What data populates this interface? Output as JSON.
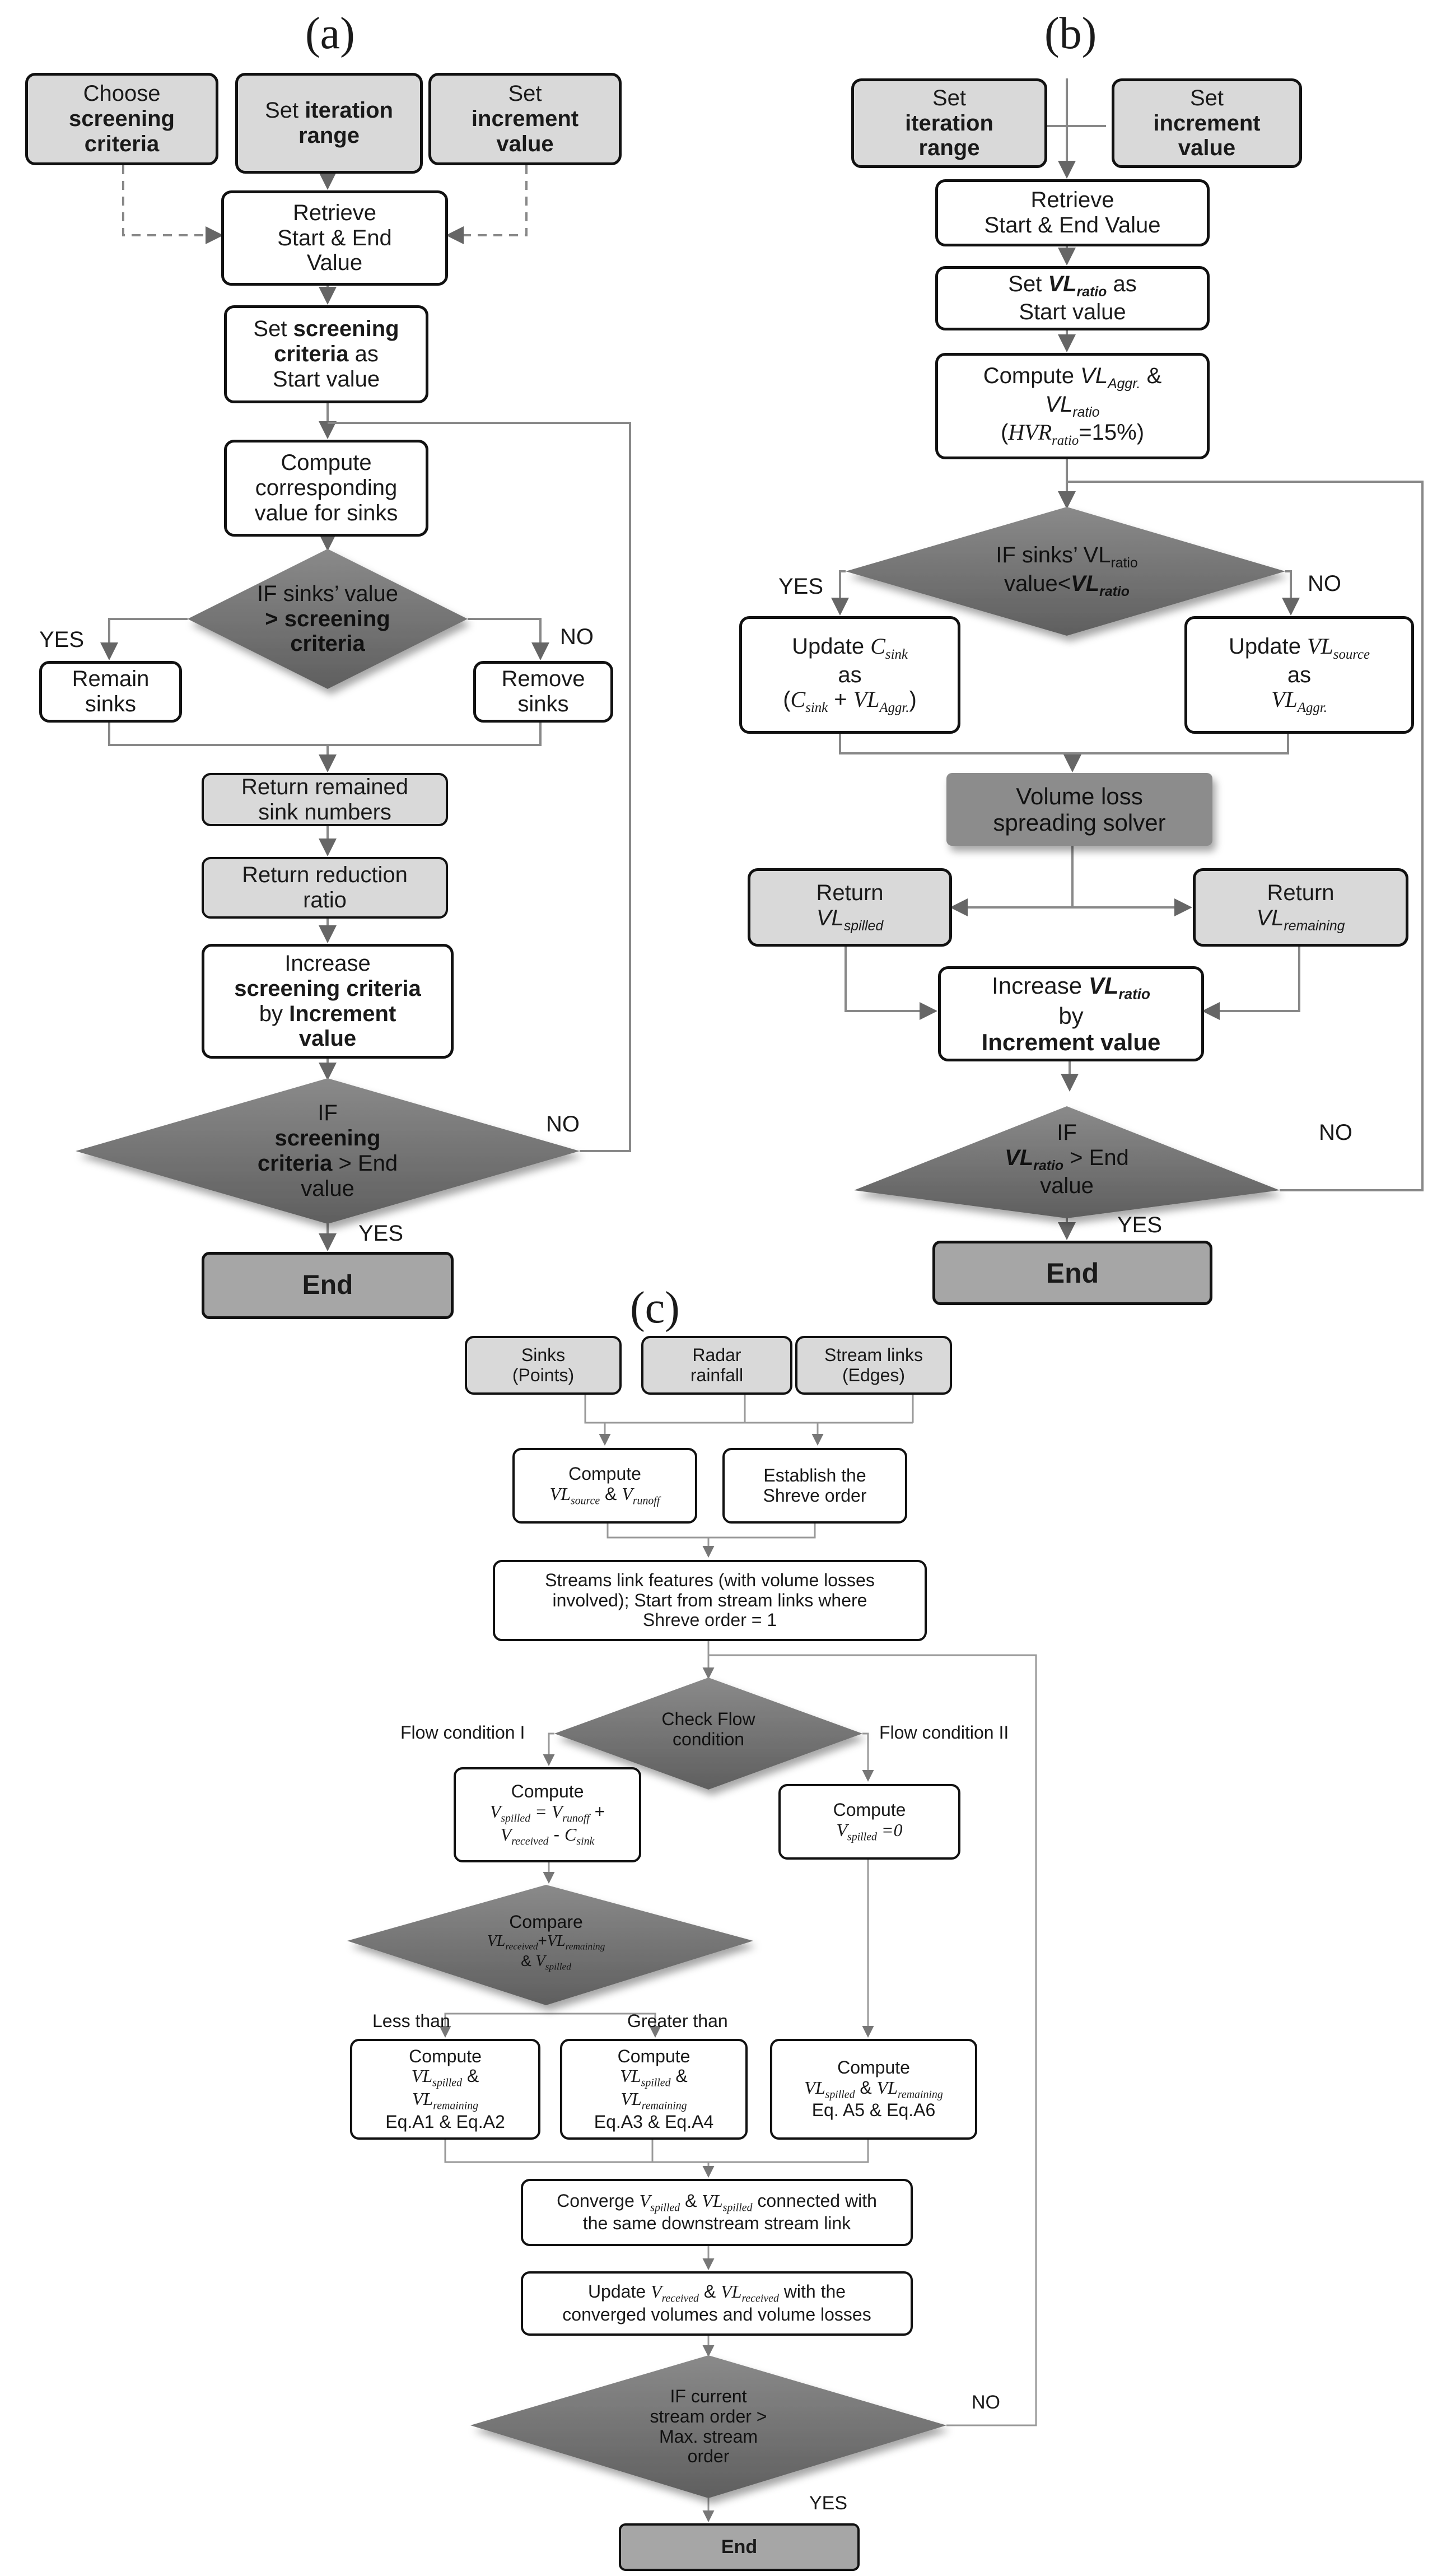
{
  "panels": {
    "a": "(a)",
    "b": "(b)",
    "c": "(c)"
  },
  "a": {
    "choose_l1": "Choose",
    "choose_l2": "screening",
    "choose_l3": "criteria",
    "iter_l1": "Set",
    "iter_l2": "iteration",
    "iter_l3": "range",
    "incr_l1": "Set",
    "incr_l2": "increment",
    "incr_l3": "value",
    "retrieve_l1": "Retrieve",
    "retrieve_l2": "Start & End",
    "retrieve_l3": "Value",
    "setcrit_l1": "Set",
    "setcrit_l2": "screening",
    "setcrit_l3": "criteria",
    "setcrit_l4": "as",
    "setcrit_l5": "Start value",
    "compute_l1": "Compute",
    "compute_l2": "corresponding",
    "compute_l3": "value for sinks",
    "dec1_l1": "IF sinks’ value",
    "dec1_l2": "> screening",
    "dec1_l3": "criteria",
    "yes1": "YES",
    "no1": "NO",
    "remain_l1": "Remain",
    "remain_l2": "sinks",
    "remove_l1": "Remove",
    "remove_l2": "sinks",
    "retnum_l1": "Return remained",
    "retnum_l2": "sink numbers",
    "retred_l1": "Return reduction",
    "retred_l2": "ratio",
    "inc_l1": "Increase",
    "inc_l2": "screening criteria",
    "inc_l3": "by",
    "inc_l4": "Increment",
    "inc_l5": "value",
    "dec2_l1": "IF",
    "dec2_l2": "screening",
    "dec2_l3": "criteria",
    "dec2_l4": "> End",
    "dec2_l5": "value",
    "no2": "NO",
    "yes2": "YES",
    "end": "End"
  },
  "b": {
    "iter_l1": "Set",
    "iter_l2": "iteration",
    "iter_l3": "range",
    "incr_l1": "Set",
    "incr_l2": "increment",
    "incr_l3": "value",
    "retrieve_l1": "Retrieve",
    "retrieve_l2": "Start & End Value",
    "setvl_l1": "Set",
    "setvl_vl": "VL",
    "setvl_ratio": "ratio",
    "setvl_as": " as",
    "setvl_l2": "Start value",
    "comp_l1": "Compute ",
    "comp_vl": "VL",
    "comp_aggr": "Aggr.",
    "comp_amp": " &",
    "comp_vl2": "VL",
    "comp_ratio": "ratio",
    "comp_hvr": "HVR",
    "comp_hvr_sub": "ratio",
    "comp_pct": "=15%)",
    "comp_open": "(",
    "dec1_l1": "IF sinks’ VL",
    "dec1_sub": "ratio",
    "dec1_l2": "value<",
    "dec1_vl": "VL",
    "dec1_ratio": "ratio",
    "yes1": "YES",
    "no1": "NO",
    "upd1_l1": "Update ",
    "upd1_c": "C",
    "upd1_sink": "sink",
    "upd1_as": "as",
    "upd1_expr_open": "(",
    "upd1_expr_c": "C",
    "upd1_expr_sink": "sink",
    "upd1_expr_plus": " + ",
    "upd1_expr_vl": "VL",
    "upd1_expr_aggr": "Aggr.",
    "upd1_expr_close": ")",
    "upd2_l1": "Update ",
    "upd2_vl": "VL",
    "upd2_source": "source",
    "upd2_as": "as",
    "upd2_vl2": "VL",
    "upd2_aggr": "Aggr.",
    "solver_l1": "Volume loss",
    "solver_l2": "spreading solver",
    "ret1_l1": "Return",
    "ret1_vl": "VL",
    "ret1_sub": "spilled",
    "ret2_l1": "Return",
    "ret2_vl": "VL",
    "ret2_sub": "remaining",
    "inc_l1": "Increase ",
    "inc_vl": "VL",
    "inc_ratio": "ratio",
    "inc_l2": "by",
    "inc_l3": "Increment value",
    "dec2_l1": "IF",
    "dec2_vl": "VL",
    "dec2_ratio": "ratio",
    "dec2_gt": " > End",
    "dec2_l3": "value",
    "no2": "NO",
    "yes2": "YES",
    "end": "End"
  },
  "c": {
    "sinks_l1": "Sinks",
    "sinks_l2": "(Points)",
    "radar_l1": "Radar",
    "radar_l2": "rainfall",
    "stream_l1": "Stream links",
    "stream_l2": "(Edges)",
    "comp1_l1": "Compute",
    "comp1_vl": "VL",
    "comp1_source": "source",
    "comp1_amp": " & ",
    "comp1_v": "V",
    "comp1_runoff": "runoff",
    "shreve_l1": "Establish the",
    "shreve_l2": "Shreve order",
    "feat_l1": "Streams link features (with volume losses",
    "feat_l2": "involved); Start from stream links where",
    "feat_l3": "Shreve order = 1",
    "check_l1": "Check Flow",
    "check_l2": "condition",
    "flow1": "Flow condition I",
    "flow2": "Flow condition II",
    "comp2_l1": "Compute",
    "comp2_v": "V",
    "comp2_spilled": "spilled",
    "comp2_eq": " = ",
    "comp2_v2": "V",
    "comp2_runoff": "runoff",
    "comp2_plus": " +",
    "comp2_v3": "V",
    "comp2_received": "received",
    "comp2_minus": " - ",
    "comp2_c": "C",
    "comp2_sink": "sink",
    "comp3_l1": "Compute",
    "comp3_v": "V",
    "comp3_spilled": "spilled",
    "comp3_eq": " =0",
    "cmp_l1": "Compare",
    "cmp_vl": "VL",
    "cmp_received": "received",
    "cmp_plus": "+",
    "cmp_vl2": "VL",
    "cmp_remaining": "remaining",
    "cmp_amp": "& ",
    "cmp_v": "V",
    "cmp_spilled": "spilled",
    "less": "Less than",
    "greater": "Greater than",
    "e1_l1": "Compute",
    "e1_vl": "VL",
    "e1_spilled": "spilled",
    "e1_amp": " &",
    "e1_vl2": "VL",
    "e1_remaining": "remaining",
    "e1_eq": "Eq.A1 & Eq.A2",
    "e2_l1": "Compute",
    "e2_vl": "VL",
    "e2_spilled": "spilled",
    "e2_amp": " &",
    "e2_vl2": "VL",
    "e2_remaining": "remaining",
    "e2_eq": "Eq.A3 & Eq.A4",
    "e3_l1": "Compute",
    "e3_vl": "VL",
    "e3_spilled": "spilled",
    "e3_amp": " & ",
    "e3_vl2": "VL",
    "e3_remaining": "remaining",
    "e3_eq": "Eq. A5  & Eq.A6",
    "conv_l1": "Converge ",
    "conv_v": "V",
    "conv_spilled": "spilled",
    "conv_amp": " & ",
    "conv_vl": "VL",
    "conv_spilled2": "spilled",
    "conv_rest": " connected with",
    "conv_l2": "the same downstream stream link",
    "upd_l1": "Update ",
    "upd_v": "V",
    "upd_received": "received",
    "upd_amp": " & ",
    "upd_vl": "VL",
    "upd_received2": "received",
    "upd_rest": " with the",
    "upd_l2": "converged volumes and volume losses",
    "dec_l1": "IF current",
    "dec_l2": "stream order >",
    "dec_l3": "Max. stream",
    "dec_l4": "order",
    "no": "NO",
    "yes": "YES",
    "end": "End"
  }
}
